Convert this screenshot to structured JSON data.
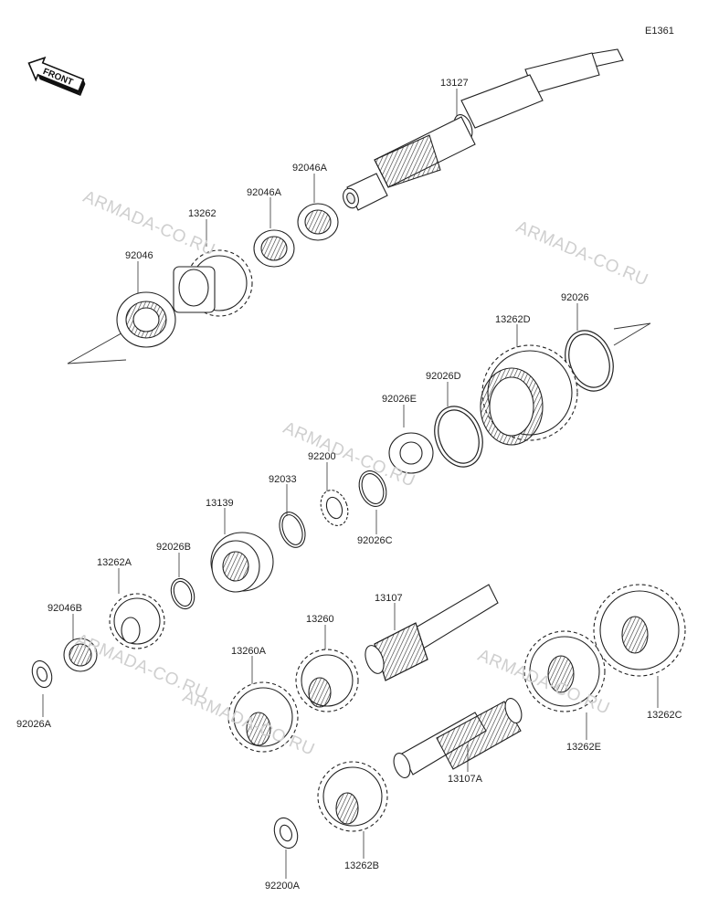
{
  "diagram_code": "E1361",
  "front_label": "FRONT",
  "watermarks": [
    "ARMADA-CO.RU",
    "ARMADA-CO.RU",
    "ARMADA-CO.RU",
    "ARMADA-CO.RU",
    "ARMADA-CO.RU",
    "ARMADA-CO.RU"
  ],
  "parts": [
    {
      "id": "13127"
    },
    {
      "id": "92046A"
    },
    {
      "id": "92046A"
    },
    {
      "id": "13262"
    },
    {
      "id": "92046"
    },
    {
      "id": "92026"
    },
    {
      "id": "13262D"
    },
    {
      "id": "92026D"
    },
    {
      "id": "92026E"
    },
    {
      "id": "92200"
    },
    {
      "id": "92033"
    },
    {
      "id": "13139"
    },
    {
      "id": "92026C"
    },
    {
      "id": "92026B"
    },
    {
      "id": "13262A"
    },
    {
      "id": "92046B"
    },
    {
      "id": "92026A"
    },
    {
      "id": "13107"
    },
    {
      "id": "13260"
    },
    {
      "id": "13260A"
    },
    {
      "id": "13262E"
    },
    {
      "id": "13262C"
    },
    {
      "id": "13107A"
    },
    {
      "id": "13262B"
    },
    {
      "id": "92200A"
    }
  ]
}
